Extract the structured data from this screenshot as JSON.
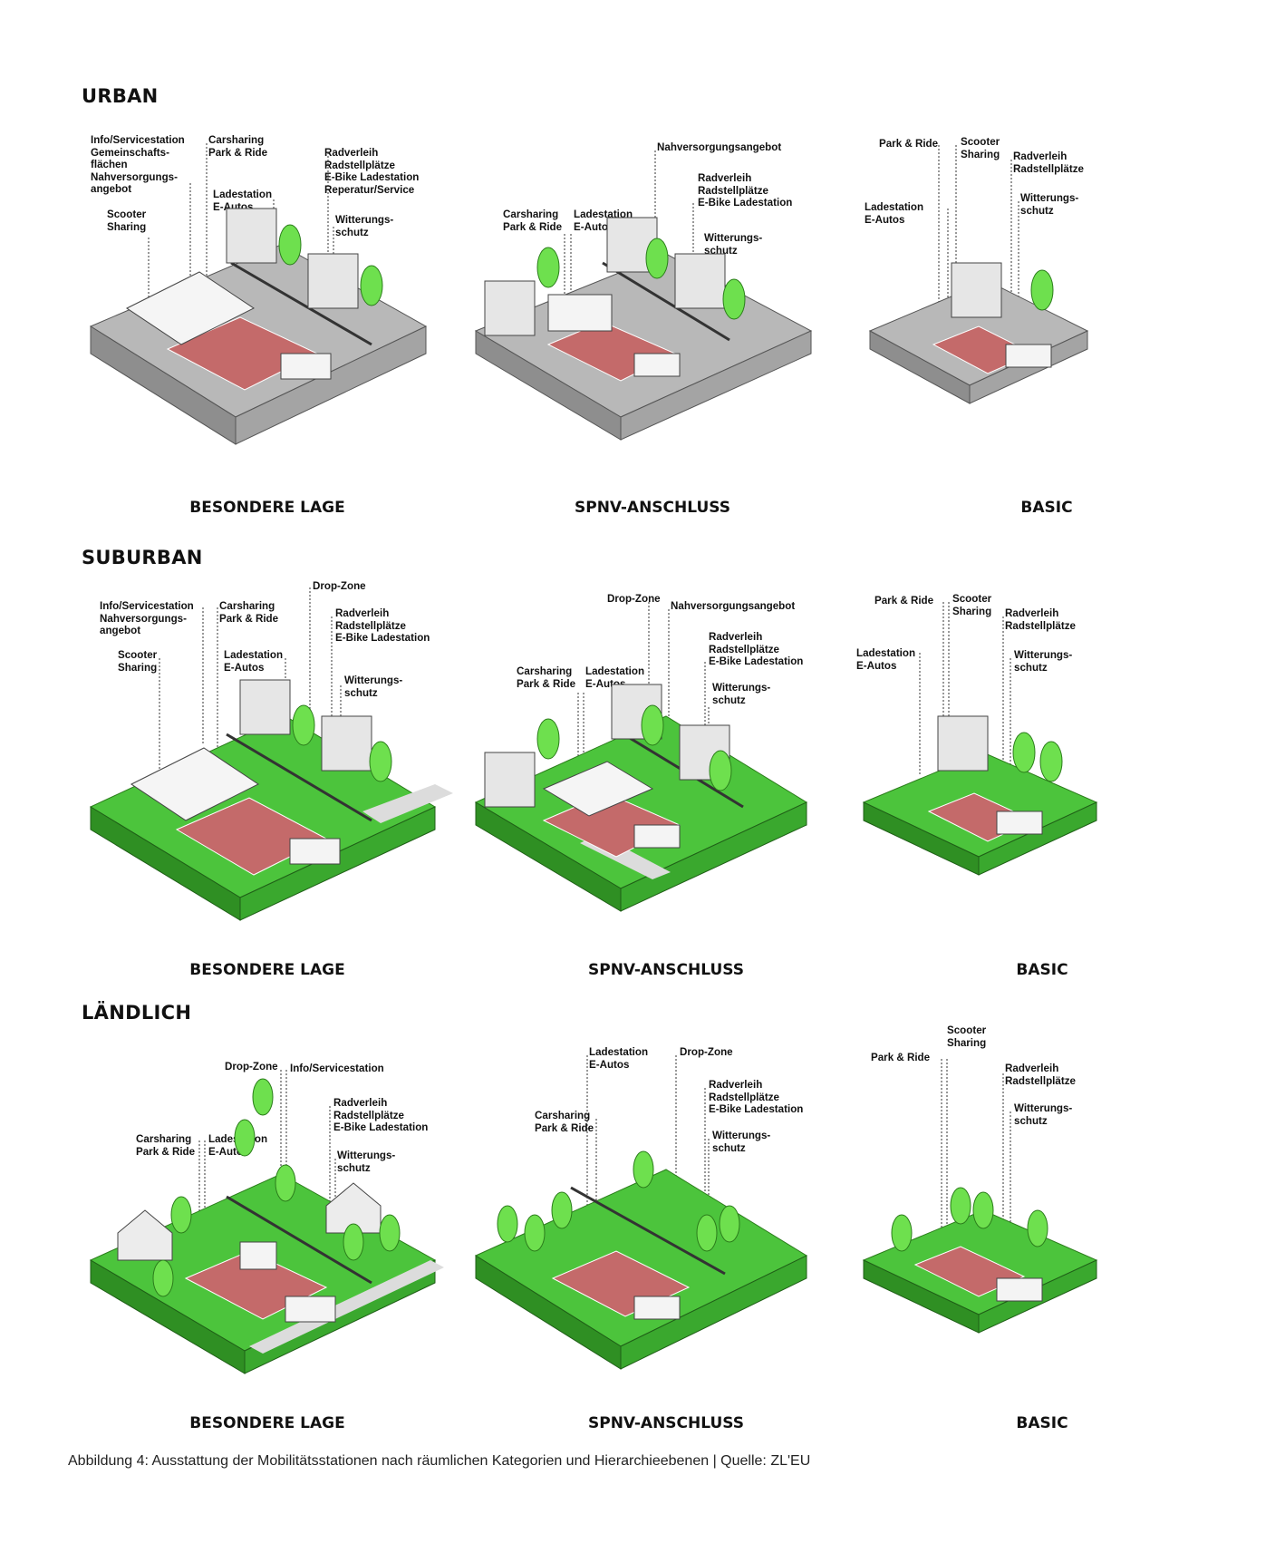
{
  "rows": [
    {
      "title": "URBAN",
      "panels": [
        {
          "caption": "BESONDERE LAGE",
          "labels": [
            "Info/Servicestation\nGemeinschafts-\nflächen\nNahversorgungs-\nangebot",
            "Scooter\nSharing",
            "Carsharing\nPark & Ride",
            "Ladestation\nE-Autos",
            "Radverleih\nRadstellplätze\nE-Bike Ladestation\nReperatur/Service",
            "Witterungs-\nschutz"
          ]
        },
        {
          "caption": "SPNV-ANSCHLUSS",
          "labels": [
            "Nahversorgungsangebot",
            "Radverleih\nRadstellplätze\nE-Bike Ladestation",
            "Carsharing\nPark & Ride",
            "Ladestation\nE-Autos",
            "Witterungs-\nschutz"
          ]
        },
        {
          "caption": "BASIC",
          "labels": [
            "Park & Ride",
            "Scooter\nSharing",
            "Radverleih\nRadstellplätze",
            "Ladestation\nE-Autos",
            "Witterungs-\nschutz"
          ]
        }
      ]
    },
    {
      "title": "SUBURBAN",
      "panels": [
        {
          "caption": "BESONDERE LAGE",
          "labels": [
            "Drop-Zone",
            "Info/Servicestation\nNahversorgungs-\nangebot",
            "Carsharing\nPark & Ride",
            "Radverleih\nRadstellplätze\nE-Bike Ladestation",
            "Scooter\nSharing",
            "Ladestation\nE-Autos",
            "Witterungs-\nschutz"
          ]
        },
        {
          "caption": "SPNV-ANSCHLUSS",
          "labels": [
            "Drop-Zone",
            "Nahversorgungsangebot",
            "Radverleih\nRadstellplätze\nE-Bike Ladestation",
            "Carsharing\nPark & Ride",
            "Ladestation\nE-Autos",
            "Witterungs-\nschutz"
          ]
        },
        {
          "caption": "BASIC",
          "labels": [
            "Park & Ride",
            "Scooter\nSharing",
            "Radverleih\nRadstellplätze",
            "Ladestation\nE-Autos",
            "Witterungs-\nschutz"
          ]
        }
      ]
    },
    {
      "title": "LÄNDLICH",
      "panels": [
        {
          "caption": "BESONDERE LAGE",
          "labels": [
            "Drop-Zone",
            "Info/Servicestation",
            "Radverleih\nRadstellplätze\nE-Bike Ladestation",
            "Carsharing\nPark & Ride",
            "Ladestation\nE-Autos",
            "Witterungs-\nschutz"
          ]
        },
        {
          "caption": "SPNV-ANSCHLUSS",
          "labels": [
            "Ladestation\nE-Autos",
            "Drop-Zone",
            "Radverleih\nRadstellplätze\nE-Bike Ladestation",
            "Carsharing\nPark & Ride",
            "Witterungs-\nschutz"
          ]
        },
        {
          "caption": "BASIC",
          "labels": [
            "Scooter\nSharing",
            "Park & Ride",
            "Radverleih\nRadstellplätze",
            "Witterungs-\nschutz"
          ]
        }
      ]
    }
  ],
  "figure_caption": "Abbildung 4: Ausstattung der Mobilitätsstationen nach räumlichen Kategorien und Hierarchieebenen | Quelle: ZL'EU",
  "colors": {
    "urban_ground": "#b8b8b8",
    "green_ground": "#4cc43c",
    "tree": "#6ee04e",
    "parking": "#c46a6a",
    "road": "#dcdcdc"
  }
}
